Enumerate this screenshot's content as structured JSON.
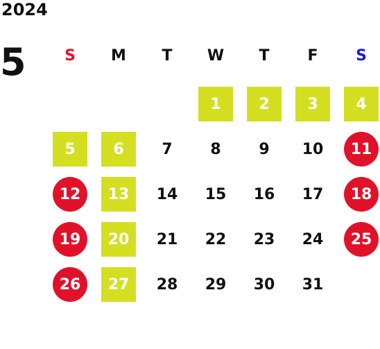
{
  "year": "2024",
  "month": "5",
  "weekdays": [
    {
      "label": "S",
      "kind": "sun"
    },
    {
      "label": "M",
      "kind": "day"
    },
    {
      "label": "T",
      "kind": "day"
    },
    {
      "label": "W",
      "kind": "day"
    },
    {
      "label": "T",
      "kind": "day"
    },
    {
      "label": "F",
      "kind": "day"
    },
    {
      "label": "S",
      "kind": "sat"
    }
  ],
  "colors": {
    "sunday_label": "#e8112d",
    "saturday_label": "#1a1adb",
    "highlight_green": "#d4df22",
    "holiday_red": "#e2112a"
  },
  "weeks": [
    [
      null,
      null,
      null,
      {
        "day": "1",
        "style": "green"
      },
      {
        "day": "2",
        "style": "green"
      },
      {
        "day": "3",
        "style": "green"
      },
      {
        "day": "4",
        "style": "green"
      }
    ],
    [
      {
        "day": "5",
        "style": "green"
      },
      {
        "day": "6",
        "style": "green"
      },
      {
        "day": "7",
        "style": "plain"
      },
      {
        "day": "8",
        "style": "plain"
      },
      {
        "day": "9",
        "style": "plain"
      },
      {
        "day": "10",
        "style": "plain"
      },
      {
        "day": "11",
        "style": "red"
      }
    ],
    [
      {
        "day": "12",
        "style": "red"
      },
      {
        "day": "13",
        "style": "green"
      },
      {
        "day": "14",
        "style": "plain"
      },
      {
        "day": "15",
        "style": "plain"
      },
      {
        "day": "16",
        "style": "plain"
      },
      {
        "day": "17",
        "style": "plain"
      },
      {
        "day": "18",
        "style": "red"
      }
    ],
    [
      {
        "day": "19",
        "style": "red"
      },
      {
        "day": "20",
        "style": "green"
      },
      {
        "day": "21",
        "style": "plain"
      },
      {
        "day": "22",
        "style": "plain"
      },
      {
        "day": "23",
        "style": "plain"
      },
      {
        "day": "24",
        "style": "plain"
      },
      {
        "day": "25",
        "style": "red"
      }
    ],
    [
      {
        "day": "26",
        "style": "red"
      },
      {
        "day": "27",
        "style": "green"
      },
      {
        "day": "28",
        "style": "plain"
      },
      {
        "day": "29",
        "style": "plain"
      },
      {
        "day": "30",
        "style": "plain"
      },
      {
        "day": "31",
        "style": "plain"
      },
      null
    ]
  ]
}
